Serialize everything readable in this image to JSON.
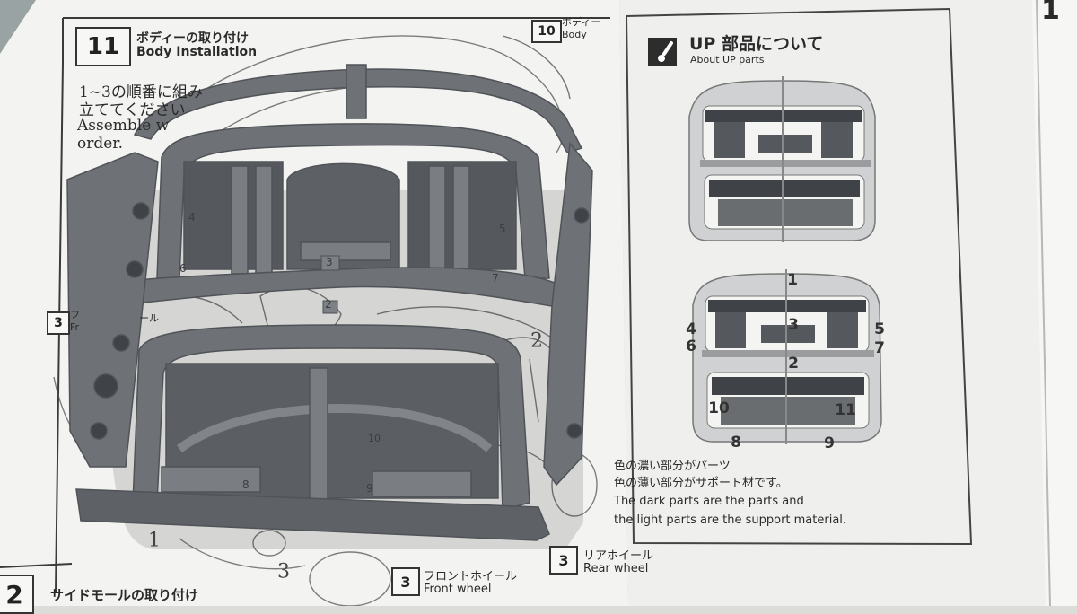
{
  "step11": {
    "number": "11",
    "title_jp": "ボディーの取り付け",
    "title_en": "Body Installation",
    "note_jp_1": "1~3の順番に組み",
    "note_jp_2": "立ててください",
    "note_en_1": "Assemble w",
    "note_en_2": "order."
  },
  "part10": {
    "number": "10",
    "name_jp": "ボディー",
    "name_en": "Body"
  },
  "part3_left": {
    "number": "3",
    "name_jp": "フ",
    "name_en": "Fr",
    "suffix": "ール"
  },
  "up_parts": {
    "title_jp": "UP 部品について",
    "title_en": "About UP parts",
    "labels": [
      "1",
      "2",
      "3",
      "4",
      "5",
      "6",
      "7",
      "8",
      "9",
      "10",
      "11"
    ],
    "note_jp_1": "色の濃い部分がパーツ",
    "note_jp_2": "色の薄い部分がサポート材です。",
    "note_en_1": "The dark parts are the parts and",
    "note_en_2": "the light parts are the support material."
  },
  "rear_wheel": {
    "number": "3",
    "name_jp": "リアホイール",
    "name_en": "Rear wheel"
  },
  "front_wheel": {
    "number": "3",
    "name_jp": "フロントホイール",
    "name_en": "Front wheel"
  },
  "step12": {
    "number": "2",
    "title_jp": "サイドモールの取り付け"
  },
  "diagram_circled": {
    "one": "1",
    "two": "2",
    "three": "3"
  },
  "sprue_numbers": [
    "2",
    "3",
    "4",
    "5",
    "6",
    "7",
    "8",
    "9",
    "10"
  ],
  "corner_number": "1",
  "colors": {
    "paper": "#f5f5f3",
    "resin": "#6e7175",
    "resin_dark": "#4c4f53",
    "ink": "#2a2a2a"
  }
}
